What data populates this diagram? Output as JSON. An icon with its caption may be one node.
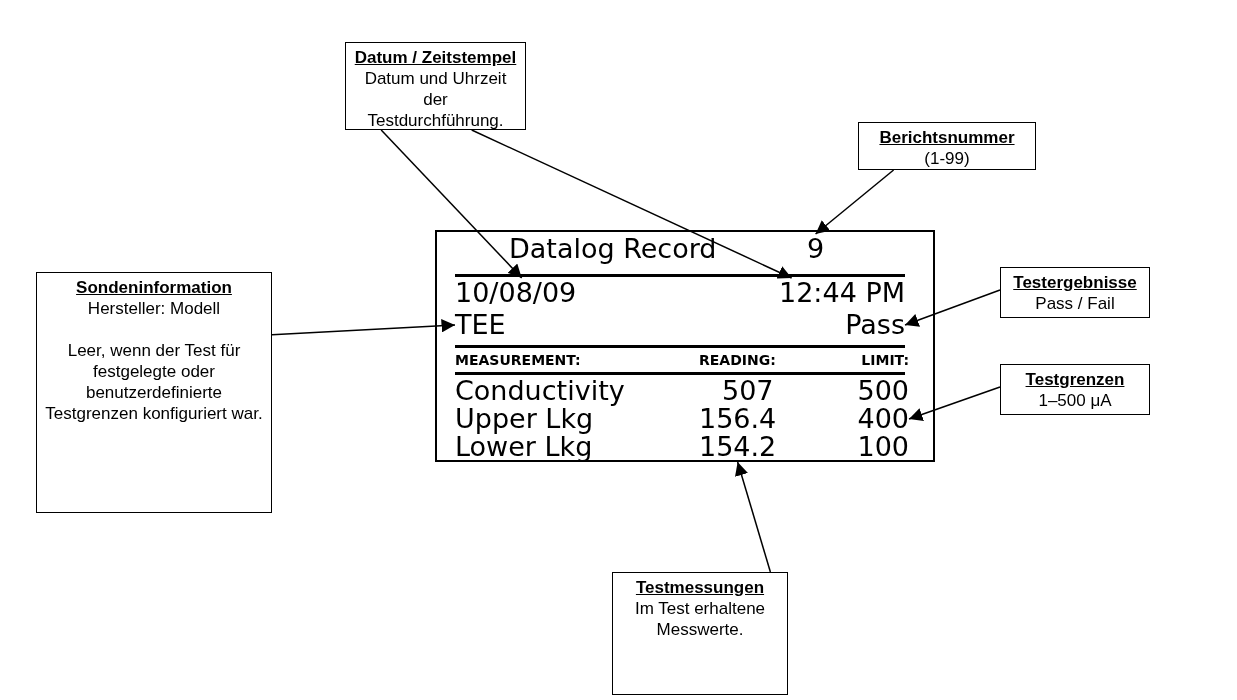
{
  "diagram": {
    "nodes": [
      {
        "text": [
          "Datum / Zeitstempel",
          "Datum und Uhrzeit der Testdurchführung."
        ]
      },
      {
        "text": [
          "Berichtsnummer",
          "(1-99)"
        ]
      },
      {
        "text": [
          "Sondeninformation",
          "Hersteller: Modell",
          "Leer, wenn der Test für festgelegte oder benutzerdefinierte Testgrenzen konfiguriert war."
        ]
      },
      {
        "text": [],
        "shape": "box"
      },
      {
        "text": [
          "Datalog Record"
        ],
        "in": 3
      },
      {
        "text": [
          "9"
        ],
        "in": 3
      },
      {
        "text": [
          "10/08/09"
        ],
        "in": 3
      },
      {
        "text": [
          "12:44 PM"
        ],
        "in": 3
      },
      {
        "text": [
          "TEE"
        ],
        "in": 3
      },
      {
        "text": [
          "Pass"
        ],
        "in": 3
      },
      {
        "text": [
          "MEASUREMENT:"
        ],
        "in": 3
      },
      {
        "text": [
          "READING:"
        ],
        "in": 3
      },
      {
        "text": [
          "LIMIT:"
        ],
        "in": 3
      },
      {
        "text": [
          "Conductivity"
        ],
        "in": 3
      },
      {
        "text": [
          "507"
        ],
        "in": 3
      },
      {
        "text": [
          "500"
        ],
        "in": 3
      },
      {
        "text": [
          "Upper Lkg"
        ],
        "in": 3
      },
      {
        "text": [
          "156.4"
        ],
        "in": 3
      },
      {
        "text": [
          "400"
        ],
        "in": 3
      },
      {
        "text": [
          "Lower Lkg"
        ],
        "in": 3
      },
      {
        "text": [
          "154.2"
        ],
        "in": 3
      },
      {
        "text": [
          "100"
        ],
        "in": 3
      },
      {
        "text": [
          "Testergebnisse",
          "Pass / Fail"
        ]
      },
      {
        "text": [
          "Testgrenzen",
          "1–500 μA"
        ]
      },
      {
        "text": [
          "Testmessungen",
          "Im Test erhaltene Messwerte."
        ]
      }
    ],
    "edges": [
      {
        "from": 0,
        "to": 6,
        "arrow": "to"
      },
      {
        "from": 0,
        "to": 7,
        "arrow": "to"
      },
      {
        "from": 1,
        "to": 5,
        "arrow": "to"
      },
      {
        "from": 2,
        "to": 8,
        "arrow": "to"
      },
      {
        "from": 22,
        "to": 9,
        "arrow": "to"
      },
      {
        "from": 23,
        "to": 18,
        "arrow": "to"
      },
      {
        "from": 24,
        "to": 20,
        "arrow": "to"
      }
    ]
  }
}
